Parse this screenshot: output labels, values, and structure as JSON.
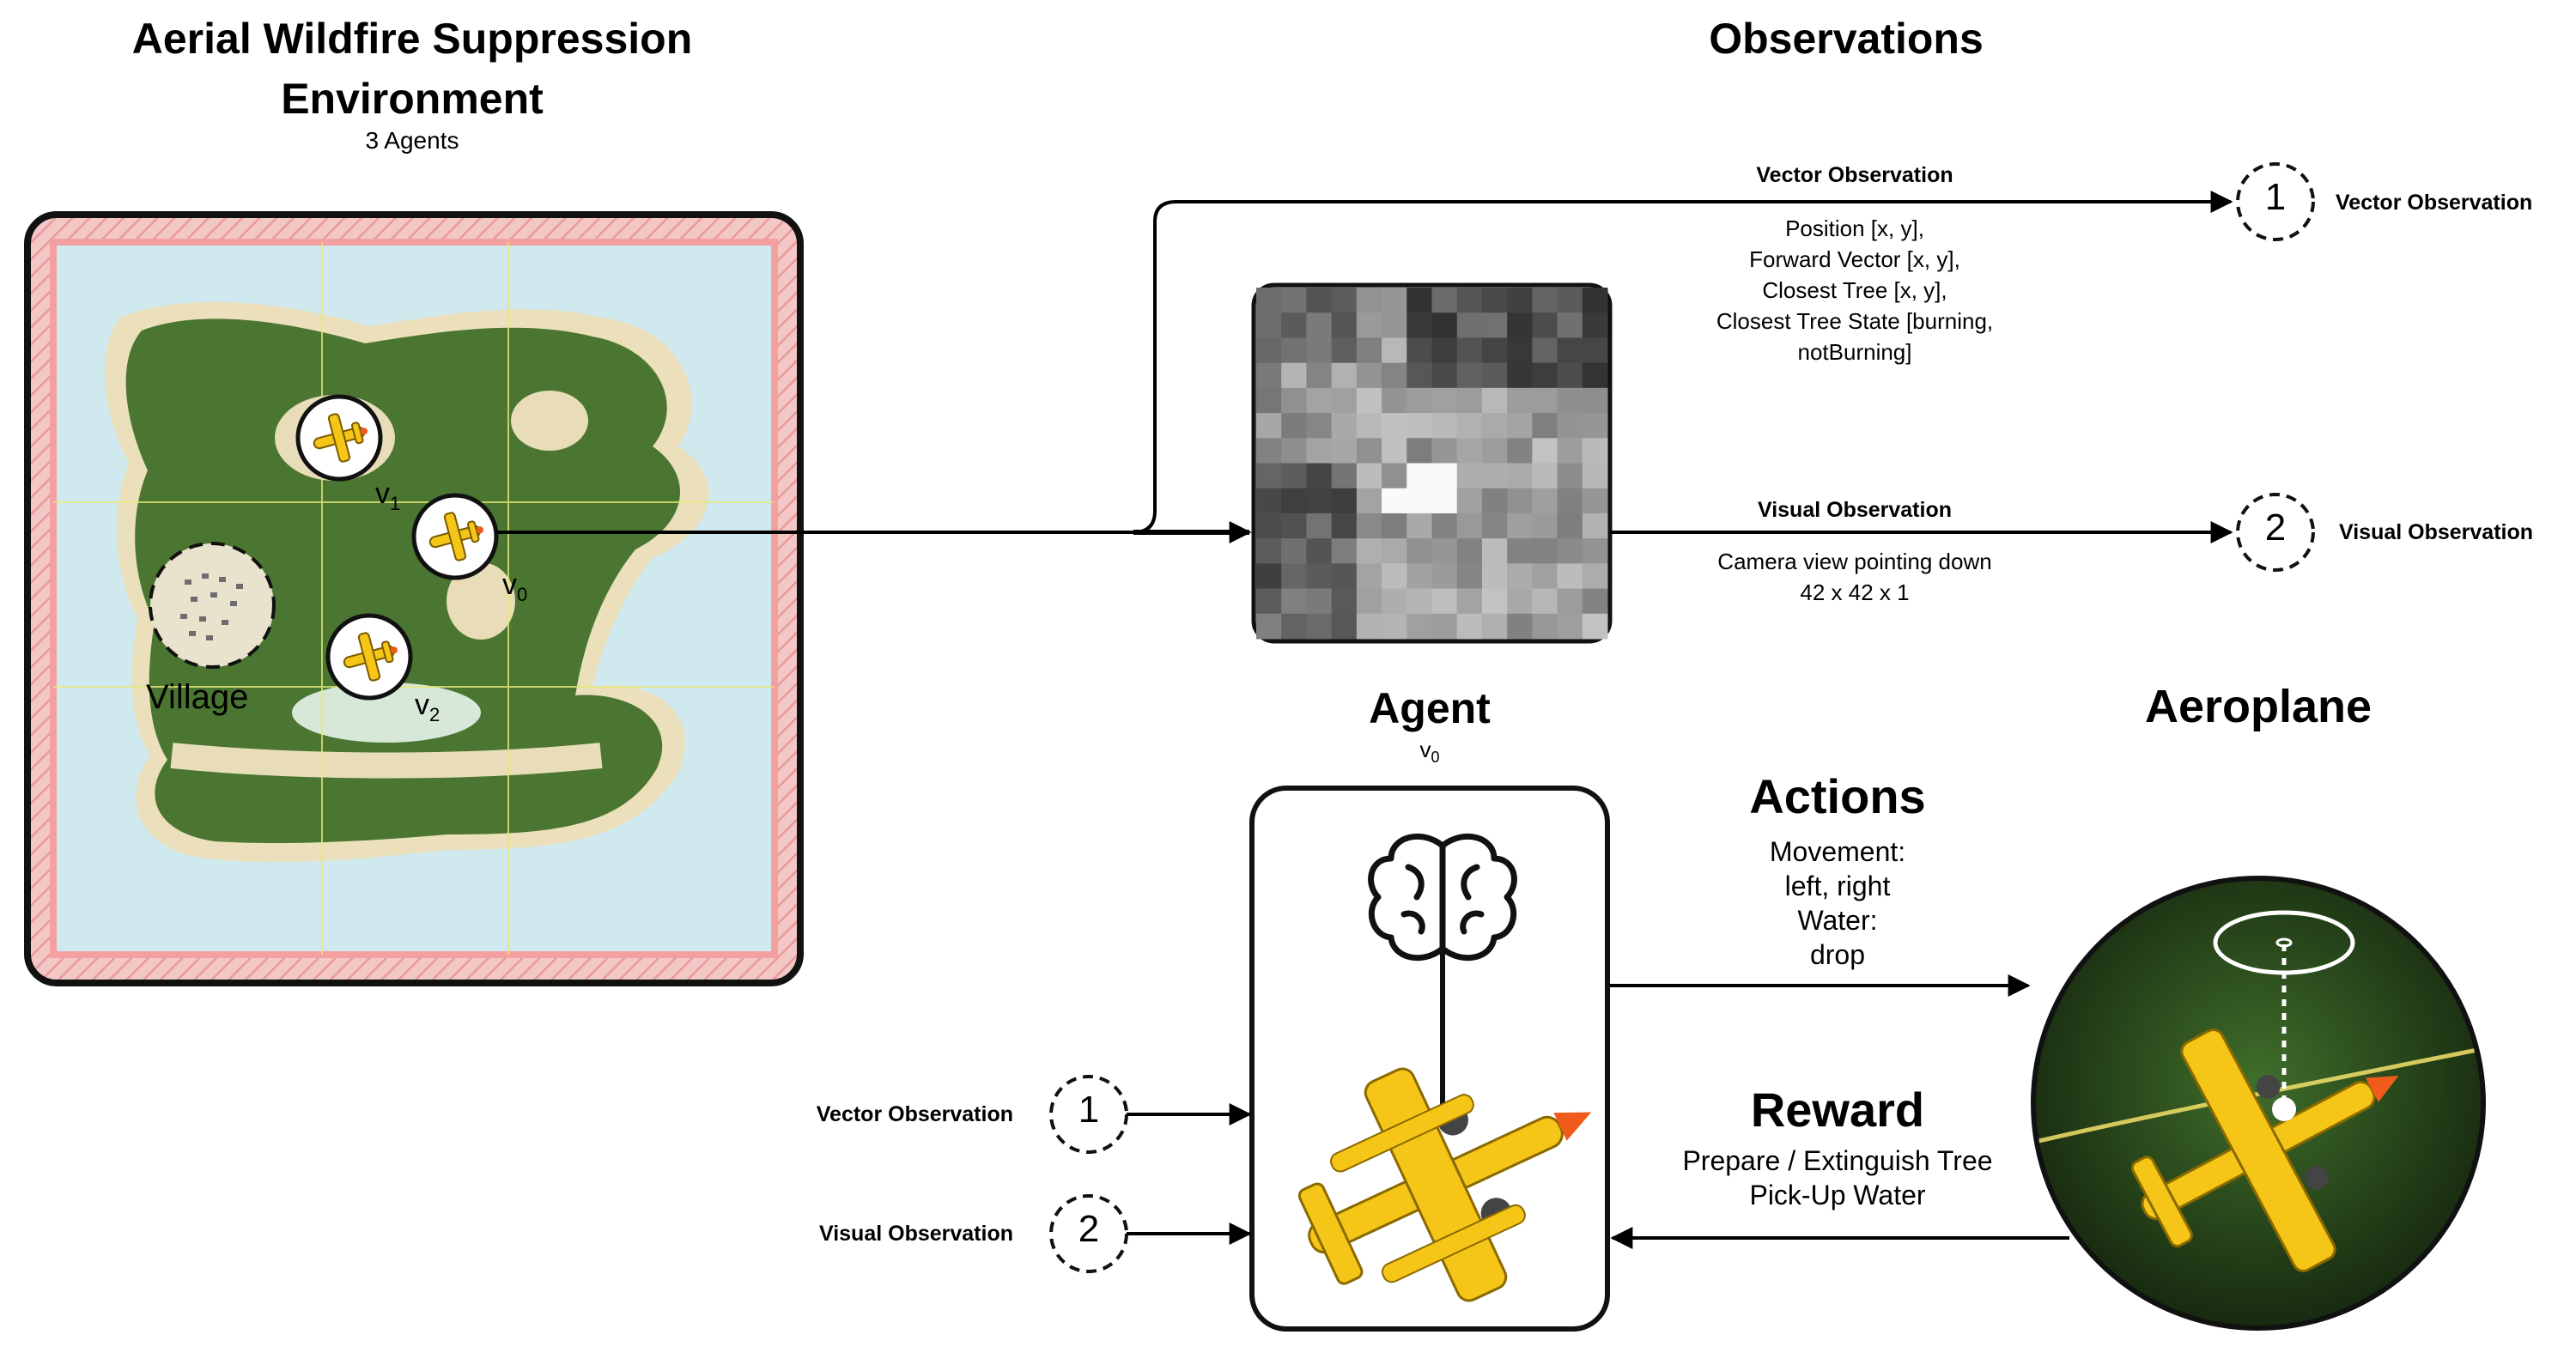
{
  "environment": {
    "title_line1": "Aerial Wildfire Suppression",
    "title_line2": "Environment",
    "subtitle": "3 Agents",
    "village_label": "Village",
    "agent_labels": [
      {
        "base": "v",
        "sub": "1"
      },
      {
        "base": "v",
        "sub": "0"
      },
      {
        "base": "v",
        "sub": "2"
      }
    ]
  },
  "observations": {
    "title": "Observations",
    "vector": {
      "heading": "Vector Observation",
      "lines": [
        "Position [x, y],",
        "Forward Vector [x, y],",
        "Closest Tree [x, y],",
        "Closest Tree State [burning,",
        "notBurning]"
      ],
      "badge": "1",
      "badge_label": "Vector Observation"
    },
    "visual": {
      "heading": "Visual Observation",
      "lines": [
        "Camera view pointing down",
        "42 x 42 x 1"
      ],
      "badge": "2",
      "badge_label": "Visual Observation"
    }
  },
  "agent": {
    "title": "Agent",
    "sub_base": "v",
    "sub_index": "0",
    "inputs": [
      {
        "label": "Vector Observation",
        "badge": "1"
      },
      {
        "label": "Visual Observation",
        "badge": "2"
      }
    ]
  },
  "actions": {
    "title": "Actions",
    "lines": [
      "Movement:",
      "left, right",
      "Water:",
      "drop"
    ]
  },
  "reward": {
    "title": "Reward",
    "lines": [
      "Prepare / Extinguish Tree",
      "Pick-Up Water"
    ]
  },
  "aeroplane": {
    "title": "Aeroplane"
  },
  "colors": {
    "frame_pink": "#f2b8b8",
    "water": "#bfe3ea",
    "sand": "#efe6c4",
    "forest": "#4e7a32",
    "plane_yellow": "#f5c518",
    "plane_orange": "#f05a1a"
  }
}
